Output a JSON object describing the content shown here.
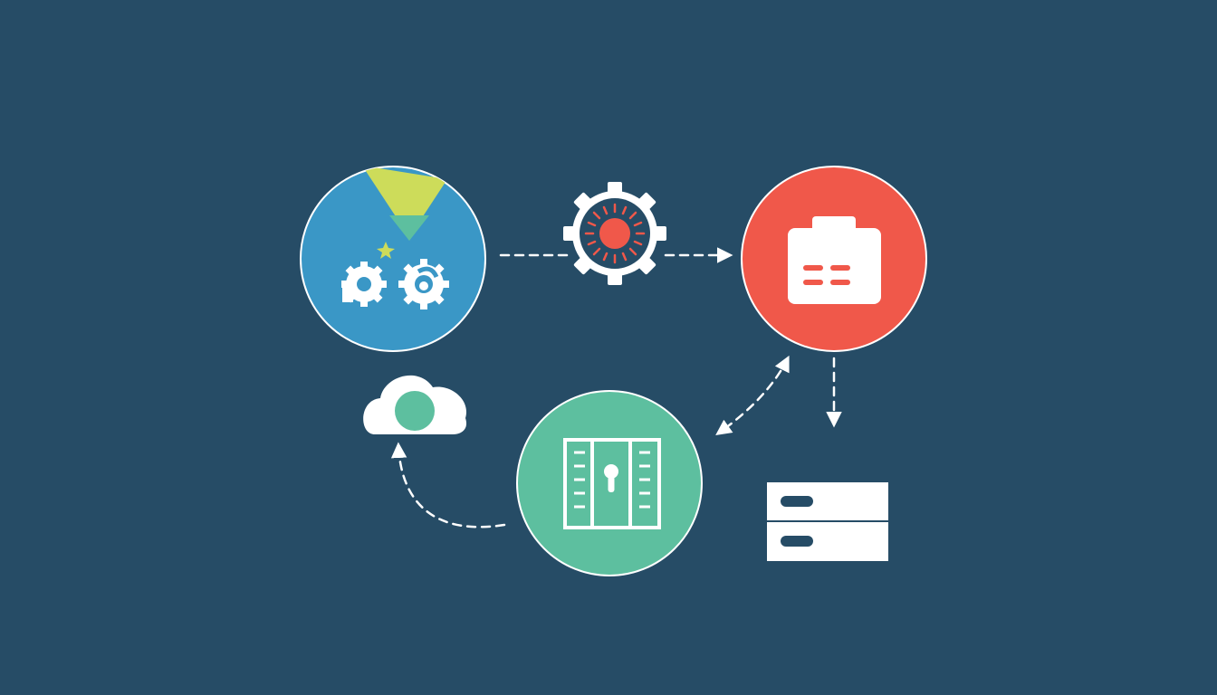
{
  "diagram": {
    "nodes": [
      {
        "id": "source",
        "icon": "gears-icon"
      },
      {
        "id": "processor",
        "icon": "sun-gear-icon"
      },
      {
        "id": "storage",
        "icon": "toolbox-icon"
      },
      {
        "id": "vault",
        "icon": "vault-lock-icon"
      },
      {
        "id": "cloud",
        "icon": "cloud-icon"
      },
      {
        "id": "server",
        "icon": "server-rack-icon"
      }
    ],
    "edges": [
      {
        "from": "source",
        "to": "processor",
        "style": "dashed"
      },
      {
        "from": "processor",
        "to": "storage",
        "style": "dashed",
        "arrow": "end"
      },
      {
        "from": "storage",
        "to": "vault",
        "style": "dashed",
        "arrow": "both"
      },
      {
        "from": "storage",
        "to": "server",
        "style": "dashed",
        "arrow": "end"
      },
      {
        "from": "vault",
        "to": "cloud",
        "style": "dashed",
        "arrow": "end"
      }
    ]
  },
  "colors": {
    "background": "#264c66",
    "blue_node": "#3a97c6",
    "red_node": "#f0584a",
    "green_node": "#5dbf9f",
    "yellow_accent": "#cddc5a",
    "white": "#ffffff",
    "line": "#ffffff"
  }
}
